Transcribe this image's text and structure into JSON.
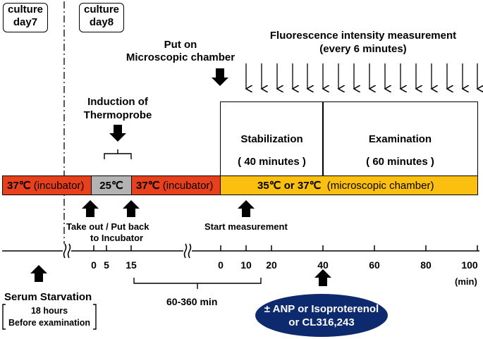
{
  "day_labels": [
    {
      "line1": "culture",
      "line2": "day7"
    },
    {
      "line1": "culture",
      "line2": "day8"
    }
  ],
  "fluorescence": {
    "line1": "Fluorescence intensity measurement",
    "line2": "(every 6 minutes)"
  },
  "put_on": {
    "line1": "Put on",
    "line2": "Microscopic chamber"
  },
  "induction": {
    "line1": "Induction of",
    "line2": "Thermoprobe"
  },
  "phases": {
    "stabilization": {
      "title": "Stabilization",
      "duration": "( 40 minutes )"
    },
    "examination": {
      "title": "Examination",
      "duration": "( 60 minutes )"
    }
  },
  "temperature_bar": {
    "seg1": {
      "temp": "37℃",
      "place": "(incubator)"
    },
    "seg2": {
      "temp": "25℃"
    },
    "seg3": {
      "temp": "37℃",
      "place": "(incubator)"
    },
    "seg4": {
      "temp": "35℃ or 37℃",
      "place": "(microscopic chamber)"
    },
    "colors": {
      "incubator": "#e8401c",
      "room": "#b3b3b3",
      "chamber": "#fbbf0f"
    }
  },
  "take_out": {
    "line1": "Take out / Put back",
    "line2": "to Incubator"
  },
  "start_measurement": "Start measurement",
  "timeline": {
    "ticks_first": [
      "0",
      "5",
      "15"
    ],
    "ticks_second": [
      "0",
      "10",
      "20",
      "40",
      "60",
      "80",
      "100"
    ],
    "unit": "(min)"
  },
  "serum": {
    "title": "Serum Starvation",
    "line1": "18 hours",
    "line2": "Before examination"
  },
  "interval": "60-360 min",
  "treatment": {
    "line1": "± ANP or Isoproterenol",
    "line2": "or CL316,243"
  },
  "icons": [
    "arrow-down-icon",
    "arrow-up-icon",
    "break-mark-icon"
  ]
}
